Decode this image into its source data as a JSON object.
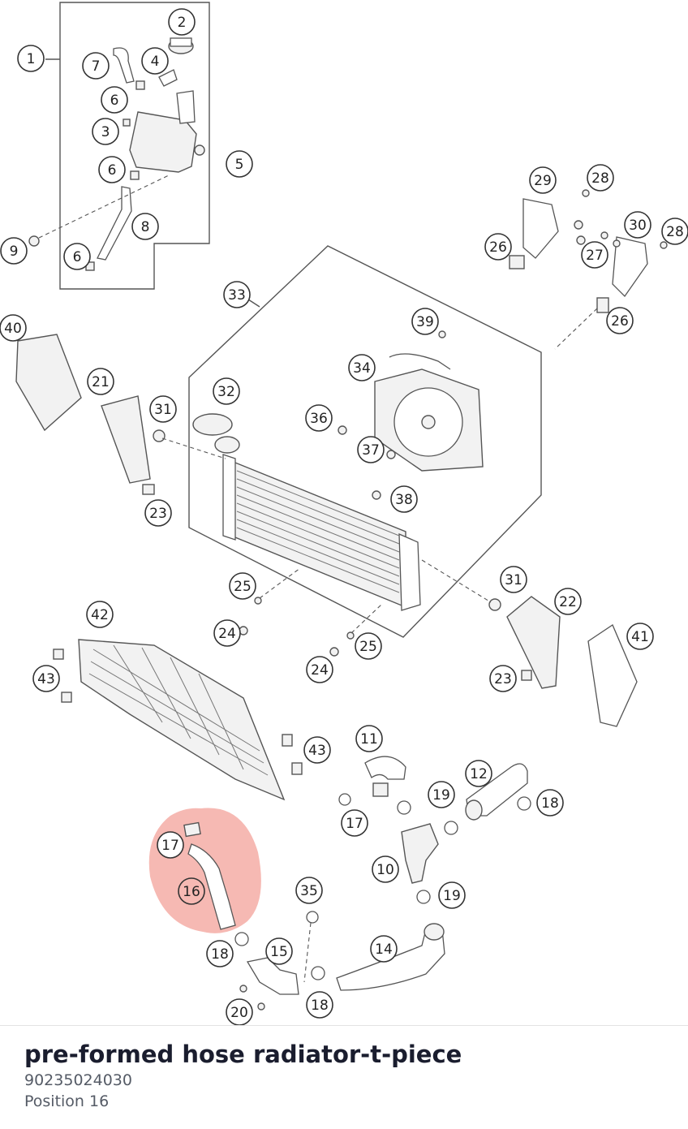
{
  "part": {
    "title": "pre-formed hose radiator-t-piece",
    "number": "90235024030",
    "position_label": "Position 16"
  },
  "highlight": {
    "position": "16",
    "color": "#f08a80"
  },
  "callouts": [
    {
      "label": "1"
    },
    {
      "label": "2"
    },
    {
      "label": "7"
    },
    {
      "label": "4"
    },
    {
      "label": "6"
    },
    {
      "label": "3"
    },
    {
      "label": "5"
    },
    {
      "label": "6"
    },
    {
      "label": "8"
    },
    {
      "label": "9"
    },
    {
      "label": "6"
    },
    {
      "label": "29"
    },
    {
      "label": "28"
    },
    {
      "label": "30"
    },
    {
      "label": "28"
    },
    {
      "label": "26"
    },
    {
      "label": "27"
    },
    {
      "label": "26"
    },
    {
      "label": "33"
    },
    {
      "label": "40"
    },
    {
      "label": "39"
    },
    {
      "label": "34"
    },
    {
      "label": "21"
    },
    {
      "label": "32"
    },
    {
      "label": "31"
    },
    {
      "label": "36"
    },
    {
      "label": "37"
    },
    {
      "label": "38"
    },
    {
      "label": "23"
    },
    {
      "label": "25"
    },
    {
      "label": "24"
    },
    {
      "label": "31"
    },
    {
      "label": "22"
    },
    {
      "label": "25"
    },
    {
      "label": "24"
    },
    {
      "label": "41"
    },
    {
      "label": "23"
    },
    {
      "label": "42"
    },
    {
      "label": "43"
    },
    {
      "label": "11"
    },
    {
      "label": "43"
    },
    {
      "label": "12"
    },
    {
      "label": "19"
    },
    {
      "label": "18"
    },
    {
      "label": "17"
    },
    {
      "label": "17"
    },
    {
      "label": "16"
    },
    {
      "label": "10"
    },
    {
      "label": "35"
    },
    {
      "label": "19"
    },
    {
      "label": "14"
    },
    {
      "label": "18"
    },
    {
      "label": "15"
    },
    {
      "label": "18"
    },
    {
      "label": "20"
    }
  ]
}
